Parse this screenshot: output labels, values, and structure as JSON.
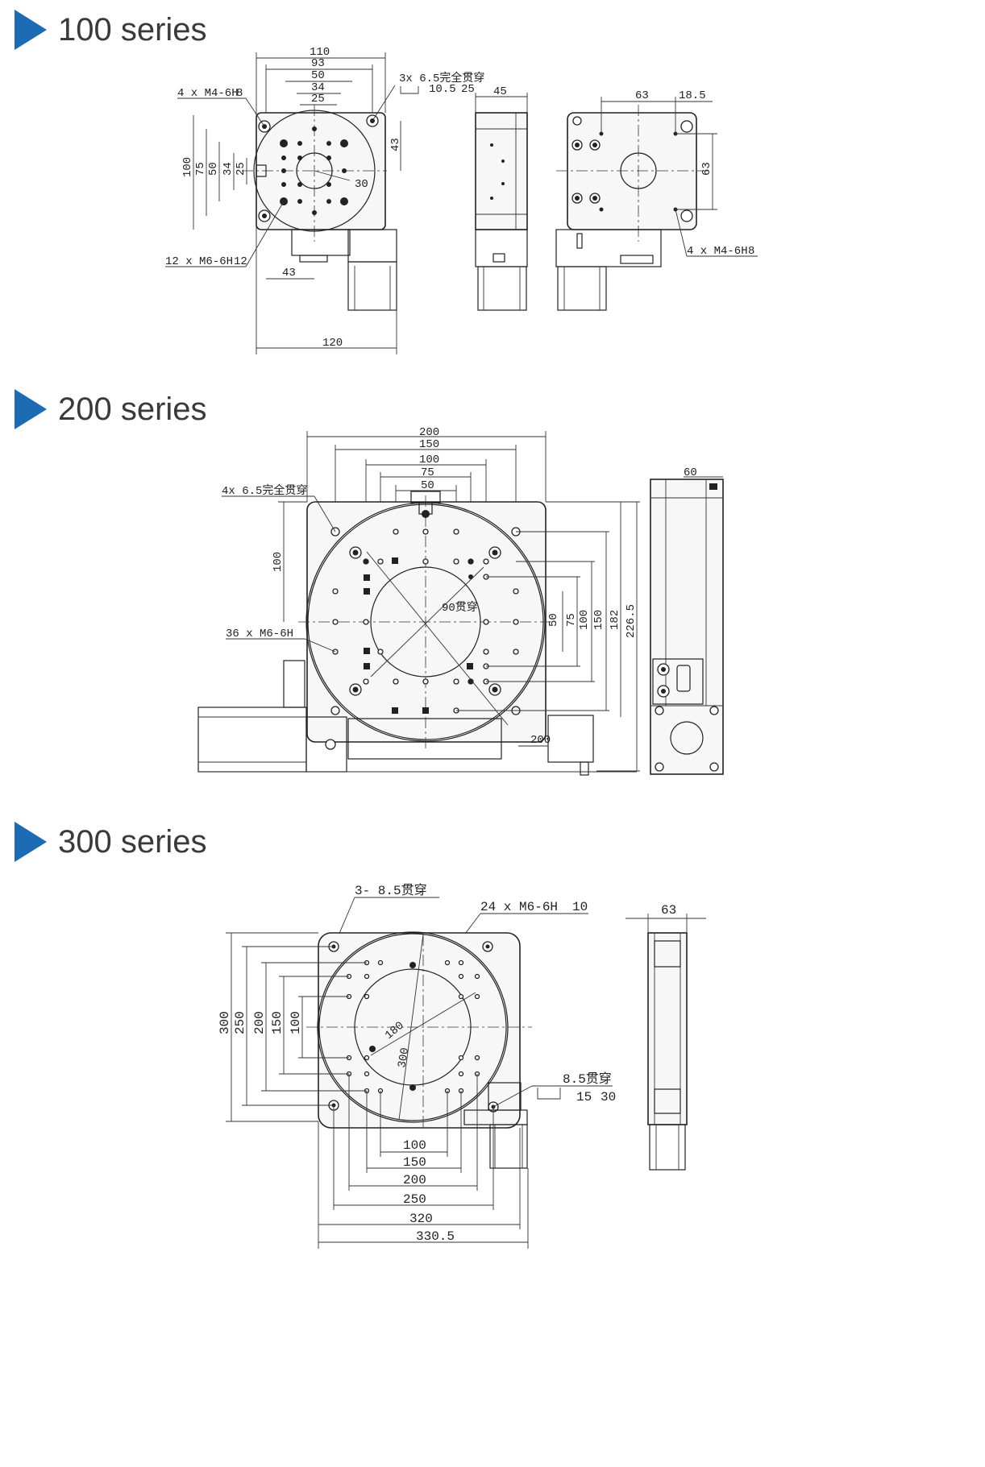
{
  "sections": [
    {
      "title": "100 series",
      "labels": {
        "d110": "110",
        "d93": "93",
        "d50": "50",
        "d34": "34",
        "d25": "25",
        "thru_hole": "3x    6.5完全贯穿",
        "cbore": "10.5",
        "cbore_depth": "25",
        "d45": "45",
        "d63": "63",
        "d18_5": "18.5",
        "d63v": "63",
        "tap_top": "4 x M4-6H",
        "tap_top_depth": "8",
        "v100": "100",
        "v75": "75",
        "v50": "50",
        "v34": "34",
        "v25": "25",
        "r30": "30",
        "d43v": "43",
        "tap_bottom": "12 x M6-6H",
        "tap_bottom_depth": "12",
        "d43": "43",
        "d120": "120",
        "tap_side": "4 x M4-6H",
        "tap_side_depth": "8"
      }
    },
    {
      "title": "200 series",
      "labels": {
        "d200": "200",
        "d150": "150",
        "d100": "100",
        "d75": "75",
        "d50": "50",
        "thru_hole": "4x  6.5完全贯穿",
        "v100": "100",
        "center_hole": "90贯穿",
        "tap": "36 x M6-6H",
        "r50": "50",
        "r75": "75",
        "r100": "100",
        "r150": "150",
        "r182": "182",
        "r226": "226.5",
        "dia200": "200",
        "d60": "60"
      }
    },
    {
      "title": "300 series",
      "labels": {
        "thru_hole": "3-  8.5贯穿",
        "tap": "24 x M6-6H",
        "tap_depth": "10",
        "d63": "63",
        "v300": "300",
        "v250": "250",
        "v200": "200",
        "v150": "150",
        "v100": "100",
        "dia180": "180",
        "dia300": "300",
        "cbore_hole": "8.5贯穿",
        "cbore": "15",
        "cbore_depth": "30",
        "h100": "100",
        "h150": "150",
        "h200": "200",
        "h250": "250",
        "h320": "320",
        "h330": "330.5"
      }
    }
  ],
  "colors": {
    "accent": "#1d6bb3",
    "line": "#222222"
  },
  "icons": [
    "triangle-marker-icon",
    "depth-symbol-icon",
    "counterbore-symbol-icon"
  ]
}
